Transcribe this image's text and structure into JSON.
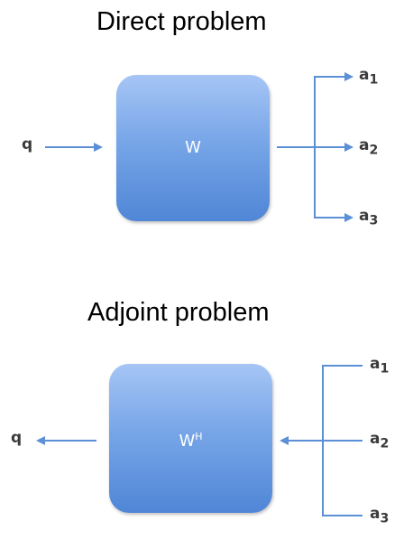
{
  "direct": {
    "title": "Direct problem",
    "input": "q",
    "box_label": "W",
    "outputs": [
      {
        "base": "a",
        "sub": "1"
      },
      {
        "base": "a",
        "sub": "2"
      },
      {
        "base": "a",
        "sub": "3"
      }
    ]
  },
  "adjoint": {
    "title": "Adjoint problem",
    "output": "q",
    "box_label_base": "W",
    "box_label_sup": "H",
    "inputs": [
      {
        "base": "a",
        "sub": "1"
      },
      {
        "base": "a",
        "sub": "2"
      },
      {
        "base": "a",
        "sub": "3"
      }
    ]
  },
  "colors": {
    "arrow": "#5b8fd6",
    "box_top": "#a6c5f5",
    "box_bottom": "#4f86d6"
  }
}
